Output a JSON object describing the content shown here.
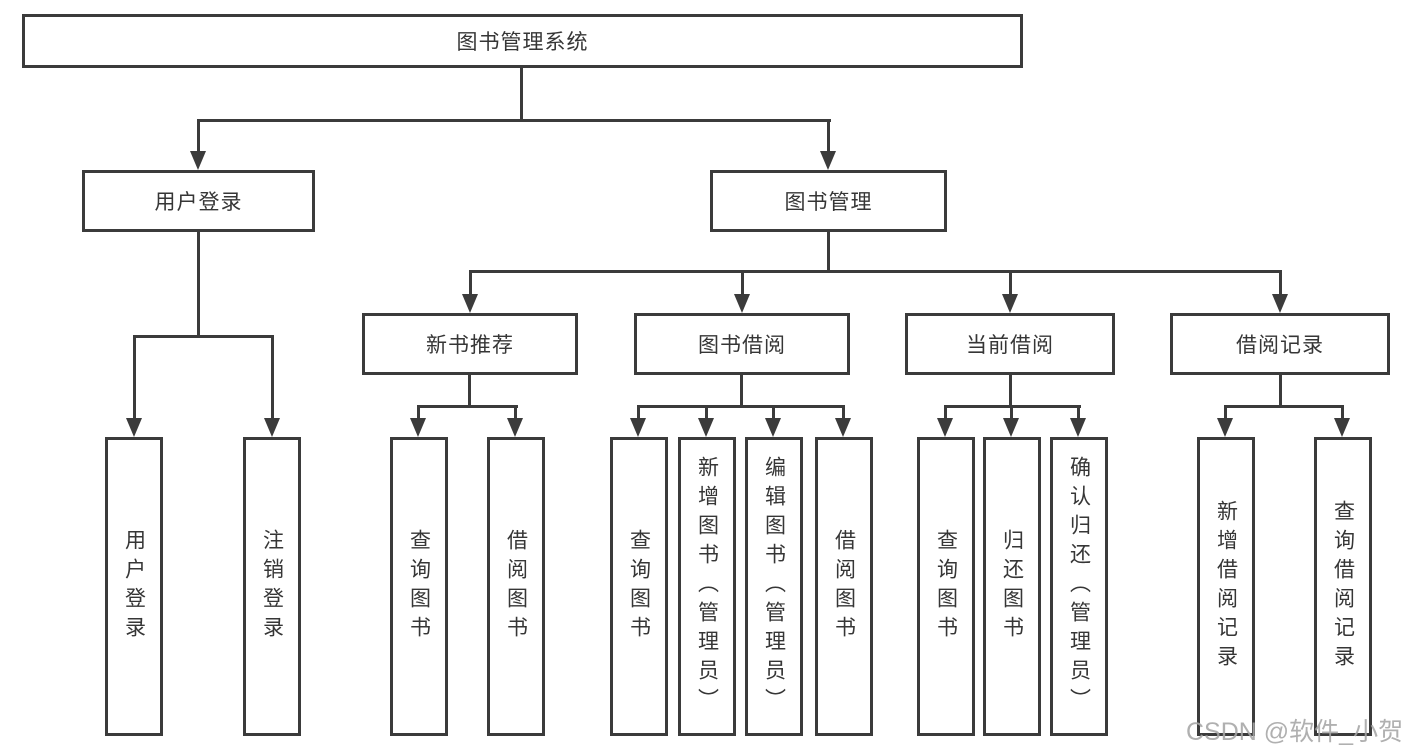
{
  "tree": {
    "root": "图书管理系统",
    "branches": [
      {
        "label": "用户登录",
        "leaves": [
          "用户登录",
          "注销登录"
        ]
      },
      {
        "label": "图书管理",
        "groups": [
          {
            "label": "新书推荐",
            "leaves": [
              "查询图书",
              "借阅图书"
            ]
          },
          {
            "label": "图书借阅",
            "leaves": [
              "查询图书",
              "新增图书（管理员）",
              "编辑图书（管理员）",
              "借阅图书"
            ]
          },
          {
            "label": "当前借阅",
            "leaves": [
              "查询图书",
              "归还图书",
              "确认归还（管理员）"
            ]
          },
          {
            "label": "借阅记录",
            "leaves": [
              "新增借阅记录",
              "查询借阅记录"
            ]
          }
        ]
      }
    ]
  },
  "watermark": {
    "text": "CSDN @软件_小贺同学"
  },
  "colors": {
    "line": "#3b3b3b",
    "text": "#363636",
    "background": "#ffffff",
    "watermark": "#a6a6a6"
  }
}
